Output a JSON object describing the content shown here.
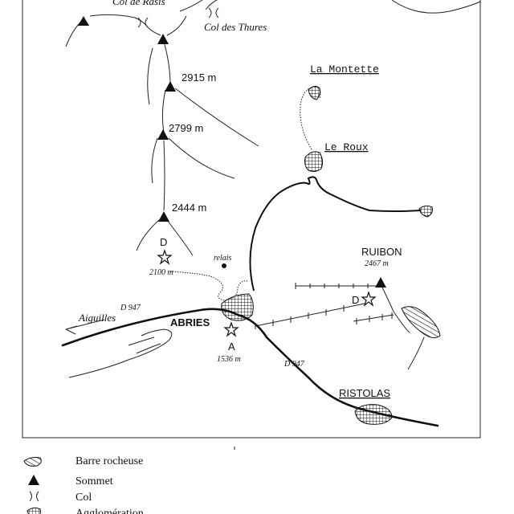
{
  "map": {
    "cols": [
      "Col de Rasis",
      "Col des Thures"
    ],
    "summits": [
      "2915 m",
      "2799 m",
      "2444 m"
    ],
    "places": {
      "la_montette": "La Montette",
      "le_roux": "Le Roux",
      "ruibon": "RUIBON",
      "ruibon_alt": "2467 m",
      "ristolas": "RISTOLAS",
      "abries": "ABRIES",
      "aiguilles": "Aiguilles",
      "relais": "relais"
    },
    "roads": [
      "D 947",
      "D 947"
    ],
    "points": {
      "d1": "D",
      "d1_alt": "2100 m",
      "d2": "D",
      "a": "A",
      "a_alt": "1536 m"
    }
  },
  "legend": {
    "items": [
      {
        "icon": "rock-bar-icon",
        "label": "Barre rocheuse"
      },
      {
        "icon": "summit-icon",
        "label": "Sommet"
      },
      {
        "icon": "col-icon",
        "label": "Col"
      },
      {
        "icon": "settlement-icon",
        "label": "Agglomération"
      }
    ]
  }
}
